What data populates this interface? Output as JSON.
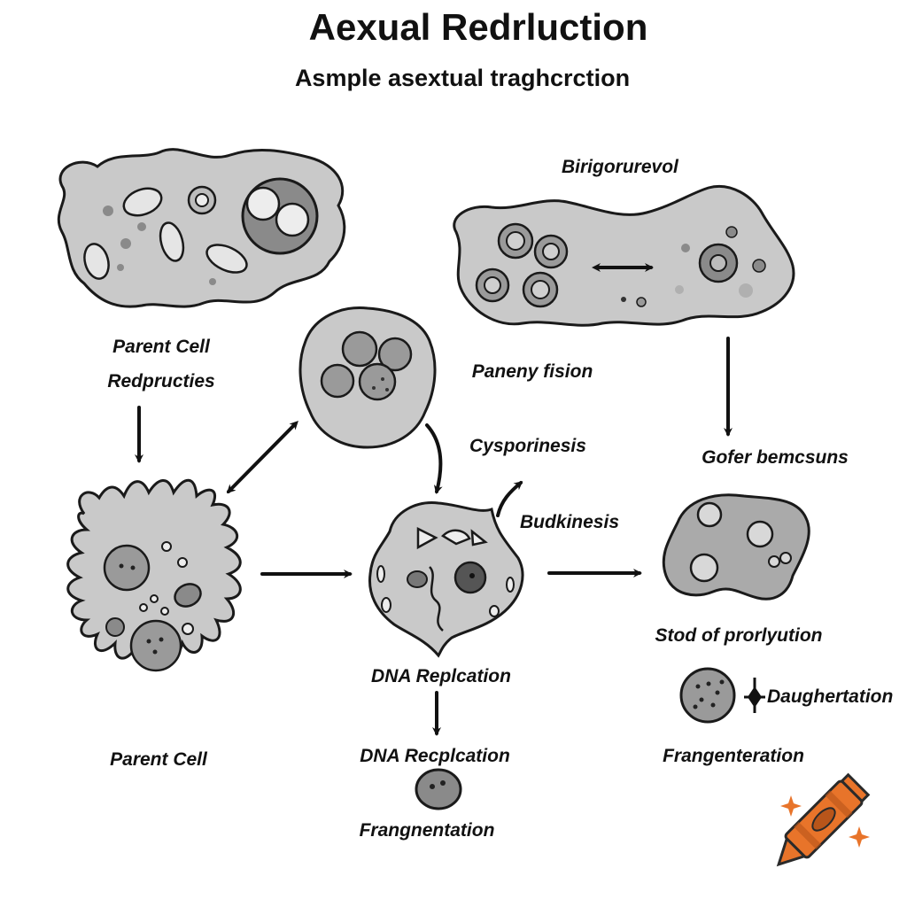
{
  "title": "Aexual Redrluction",
  "subtitle": "Asmple asextual traghcrction",
  "labels": {
    "top_right_heading": "Birigorurevol",
    "parent_cell_top_line1": "Parent Cell",
    "parent_cell_top_line2": "Redpructies",
    "paneny_fision": "Paneny fision",
    "cysporinesis": "Cysporinesis",
    "gofer_bemcsuns": "Gofer bemcsuns",
    "budkinesis": "Budkinesis",
    "stod_of_prorlyution": "Stod of prorlyution",
    "dna_replication_1": "DNA Replcation",
    "dna_replication_2": "DNA Recplcation",
    "daughertation": "Daughertation",
    "parent_cell_bottom": "Parent Cell",
    "frangenteration": "Frangenteration",
    "frangnentation": "Frangnentation"
  },
  "colors": {
    "cell_fill": "#c9c9c9",
    "cell_dark": "#8a8a8a",
    "ink": "#111111",
    "crayon": "#e8742a"
  },
  "icons": [
    "crayon-icon",
    "sparkle-icon"
  ]
}
